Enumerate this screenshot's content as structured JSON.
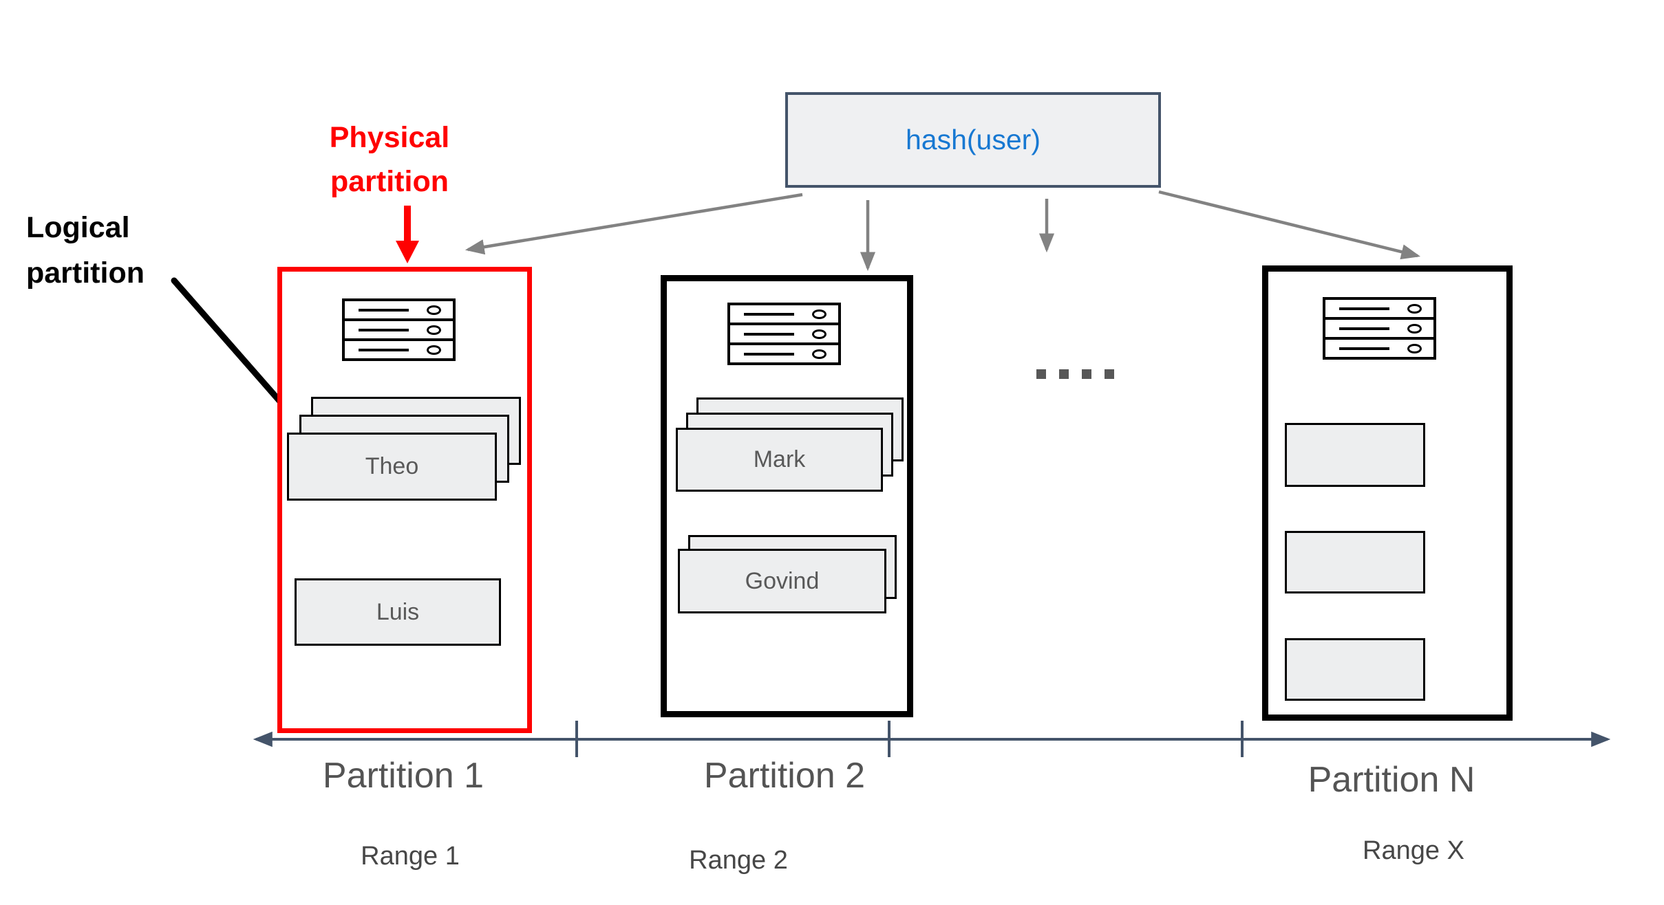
{
  "hash_box": {
    "label": "hash(user)"
  },
  "callouts": {
    "physical": {
      "line1": "Physical",
      "line2": "partition"
    },
    "logical": {
      "line1": "Logical",
      "line2": "partition"
    }
  },
  "partitions": [
    {
      "label": "Partition 1",
      "range": "Range 1",
      "highlighted": true,
      "logical_partitions": {
        "stack1": "Theo",
        "stack2": "Luis"
      }
    },
    {
      "label": "Partition 2",
      "range": "Range 2",
      "highlighted": false,
      "logical_partitions": {
        "stack1": "Mark",
        "stack2": "Govind"
      }
    },
    {
      "label": "Partition N",
      "range": "Range X",
      "highlighted": false,
      "logical_partitions": {}
    }
  ],
  "ellipsis": "....",
  "colors": {
    "highlight_red": "#fe0101",
    "hash_text_blue": "#1778d2",
    "axis_slate": "#44546a",
    "arrow_gray": "#828282",
    "card_fill": "#edeeef",
    "card_text_gray": "#595959"
  }
}
